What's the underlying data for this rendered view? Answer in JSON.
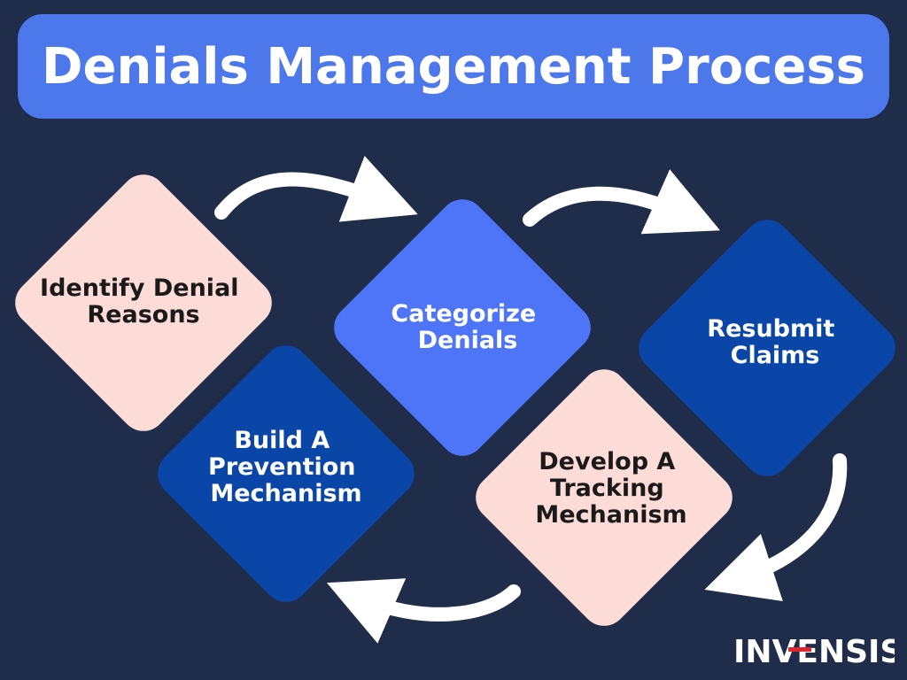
{
  "title": "Denials Management Process",
  "colors": {
    "background": "#1f2d4a",
    "title_bar": "#4d78ec",
    "pink": "#fddbd6",
    "medium_blue": "#4e74f7",
    "dark_blue": "#0a46a8",
    "arrow": "#ffffff",
    "dark_text": "#1a1a1a",
    "light_text": "#ffffff",
    "logo_red": "#e0262e"
  },
  "steps": [
    {
      "id": "identify",
      "lines": [
        "Identify Denial",
        "Reasons"
      ],
      "fill": "pink",
      "text_color": "dark_text"
    },
    {
      "id": "categorize",
      "lines": [
        "Categorize",
        "Denials"
      ],
      "fill": "medium_blue",
      "text_color": "light_text"
    },
    {
      "id": "resubmit",
      "lines": [
        "Resubmit",
        "Claims"
      ],
      "fill": "dark_blue",
      "text_color": "light_text"
    },
    {
      "id": "tracking",
      "lines": [
        "Develop A",
        "Tracking",
        "Mechanism"
      ],
      "fill": "pink",
      "text_color": "dark_text"
    },
    {
      "id": "prevention",
      "lines": [
        "Build A",
        "Prevention",
        "Mechanism"
      ],
      "fill": "dark_blue",
      "text_color": "light_text"
    }
  ],
  "logo": {
    "text": "INVENSIS"
  }
}
